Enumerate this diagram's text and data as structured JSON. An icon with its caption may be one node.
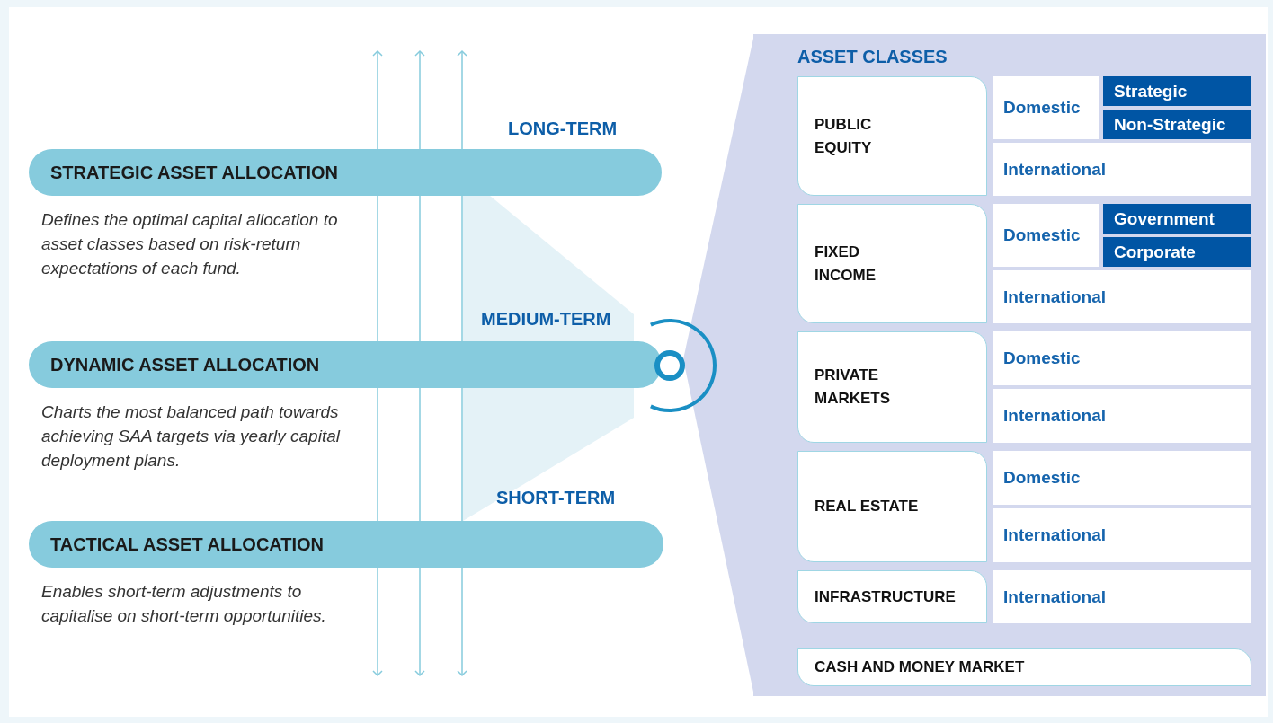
{
  "diagram": {
    "nodes": [
      {
        "text": [
          "STRATEGIC ASSET ALLOCATION"
        ],
        "beside": [
          "LONG-TERM",
          "Defines the optimal capital allocation to asset classes based on risk-return expectations of each fund."
        ]
      },
      {
        "text": [
          "DYNAMIC ASSET ALLOCATION"
        ],
        "beside": [
          "MEDIUM-TERM",
          "Charts the most balanced path towards achieving SAA targets via yearly capital deployment plans."
        ]
      },
      {
        "text": [
          "TACTICAL ASSET ALLOCATION"
        ],
        "beside": [
          "SHORT-TERM",
          "Enables short-term adjustments to capitalise on short-term opportunities."
        ]
      },
      {
        "text": [
          "ASSET CLASSES"
        ]
      },
      {
        "text": [
          "PUBLIC EQUITY"
        ],
        "in": 3
      },
      {
        "text": [
          "Domestic"
        ],
        "in": 3
      },
      {
        "text": [
          "Strategic"
        ],
        "in": 3
      },
      {
        "text": [
          "Non-Strategic"
        ],
        "in": 3
      },
      {
        "text": [
          "International"
        ],
        "in": 3
      },
      {
        "text": [
          "FIXED INCOME"
        ],
        "in": 3
      },
      {
        "text": [
          "Domestic"
        ],
        "in": 3
      },
      {
        "text": [
          "Government"
        ],
        "in": 3
      },
      {
        "text": [
          "Corporate"
        ],
        "in": 3
      },
      {
        "text": [
          "International"
        ],
        "in": 3
      },
      {
        "text": [
          "PRIVATE MARKETS"
        ],
        "in": 3
      },
      {
        "text": [
          "Domestic"
        ],
        "in": 3
      },
      {
        "text": [
          "International"
        ],
        "in": 3
      },
      {
        "text": [
          "REAL ESTATE"
        ],
        "in": 3
      },
      {
        "text": [
          "Domestic"
        ],
        "in": 3
      },
      {
        "text": [
          "International"
        ],
        "in": 3
      },
      {
        "text": [
          "INFRASTRUCTURE"
        ],
        "in": 3
      },
      {
        "text": [
          "International"
        ],
        "in": 3
      },
      {
        "text": [
          "CASH AND MONEY MARKET"
        ],
        "in": 3
      }
    ],
    "edges": []
  }
}
